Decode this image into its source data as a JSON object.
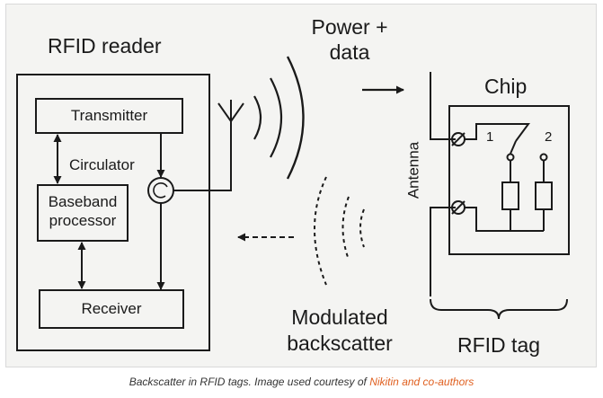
{
  "diagram": {
    "reader_title": "RFID reader",
    "power_data": [
      "Power +",
      "data"
    ],
    "chip": "Chip",
    "transmitter": "Transmitter",
    "circulator": "Circulator",
    "baseband": [
      "Baseband",
      "processor"
    ],
    "receiver": "Receiver",
    "antenna": "Antenna",
    "port1": "1",
    "port2": "2",
    "modulated": [
      "Modulated",
      "backscatter"
    ],
    "tag": "RFID tag"
  },
  "caption": {
    "text": "Backscatter in RFID tags. Image used courtesy of ",
    "link": "Nikitin and co-authors",
    "link_color": "#e06020"
  }
}
